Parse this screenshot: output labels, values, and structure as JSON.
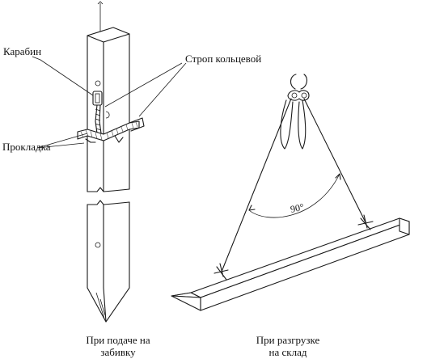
{
  "labels": {
    "carabiner": "Карабин",
    "ring_sling": "Строп кольцевой",
    "spacer": "Прокладка",
    "angle": "90°",
    "caption_left_1": "При подаче на",
    "caption_left_2": "забивку",
    "caption_right_1": "При разгрузке",
    "caption_right_2": "на склад"
  }
}
